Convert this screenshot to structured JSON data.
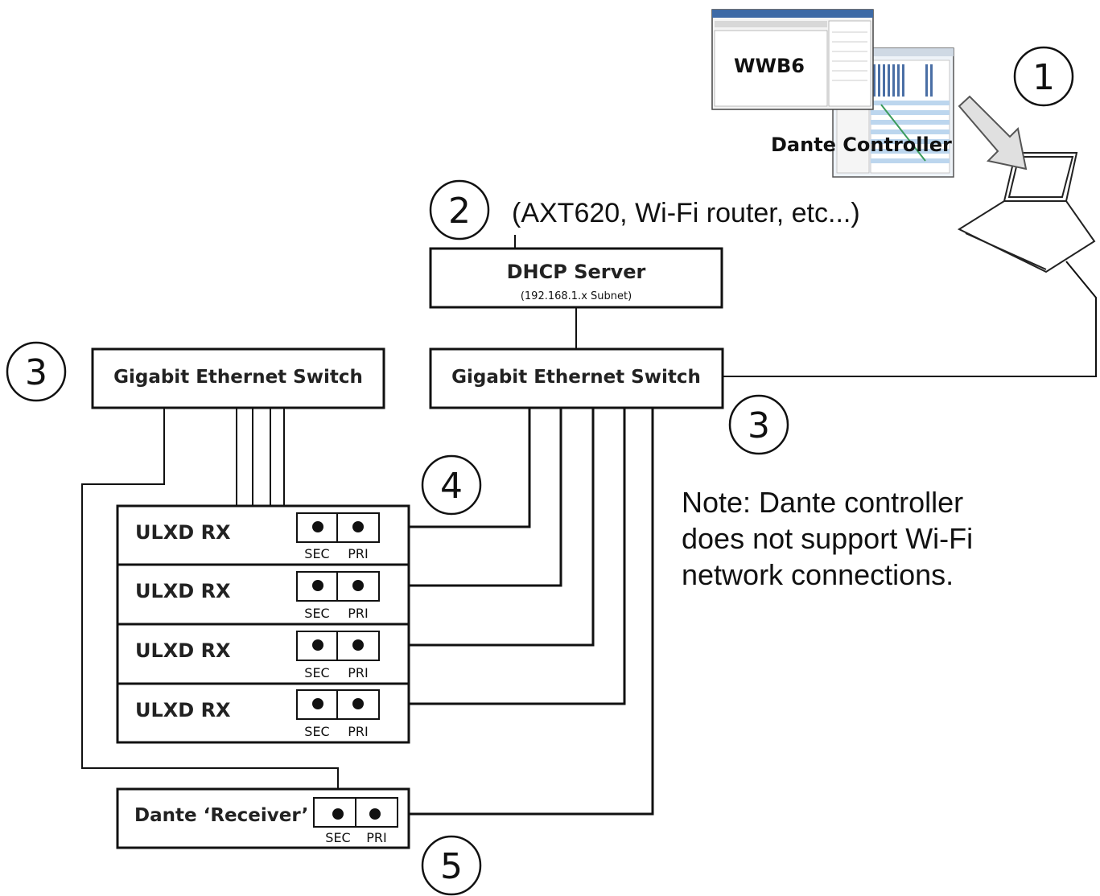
{
  "callouts": {
    "one": "1",
    "two": "2",
    "three_left": "3",
    "three_right": "3",
    "four": "4",
    "five": "5"
  },
  "software": {
    "wwb": "WWB6",
    "dante_controller": "Dante Controller"
  },
  "dhcp": {
    "devices_note": "(AXT620, Wi-Fi router, etc...)",
    "title": "DHCP Server",
    "subnet": "(192.168.1.x Subnet)"
  },
  "switches": {
    "left": "Gigabit Ethernet Switch",
    "right": "Gigabit Ethernet Switch"
  },
  "receivers": [
    {
      "label": "ULXD RX",
      "sec": "SEC",
      "pri": "PRI"
    },
    {
      "label": "ULXD RX",
      "sec": "SEC",
      "pri": "PRI"
    },
    {
      "label": "ULXD RX",
      "sec": "SEC",
      "pri": "PRI"
    },
    {
      "label": "ULXD RX",
      "sec": "SEC",
      "pri": "PRI"
    }
  ],
  "dante_receiver": {
    "label": "Dante ‘Receiver’",
    "sec": "SEC",
    "pri": "PRI"
  },
  "note": {
    "line1": "Note: Dante controller",
    "line2": "does not support Wi-Fi",
    "line3": "network connections."
  }
}
